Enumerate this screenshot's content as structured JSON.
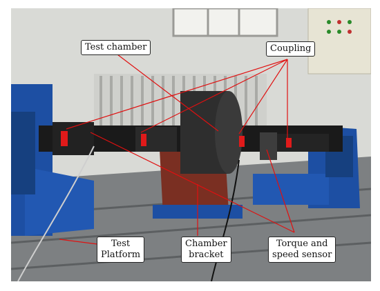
{
  "labels": {
    "test_chamber": "Test chamber",
    "coupling": "Coupling",
    "test_platform_1": "Test",
    "test_platform_2": "Platform",
    "chamber_bracket_1": "Chamber",
    "chamber_bracket_2": "bracket",
    "torque_sensor_1": "Torque and",
    "torque_sensor_2": "speed sensor"
  },
  "colors": {
    "leader_line": "#e01010",
    "mount_blue": "#1d4fa3",
    "bracket_brown": "#7a2f22",
    "shaft_dark": "#1a1a1a",
    "floor_grey": "#8a8d8f",
    "wall": "#dcdcd8"
  }
}
